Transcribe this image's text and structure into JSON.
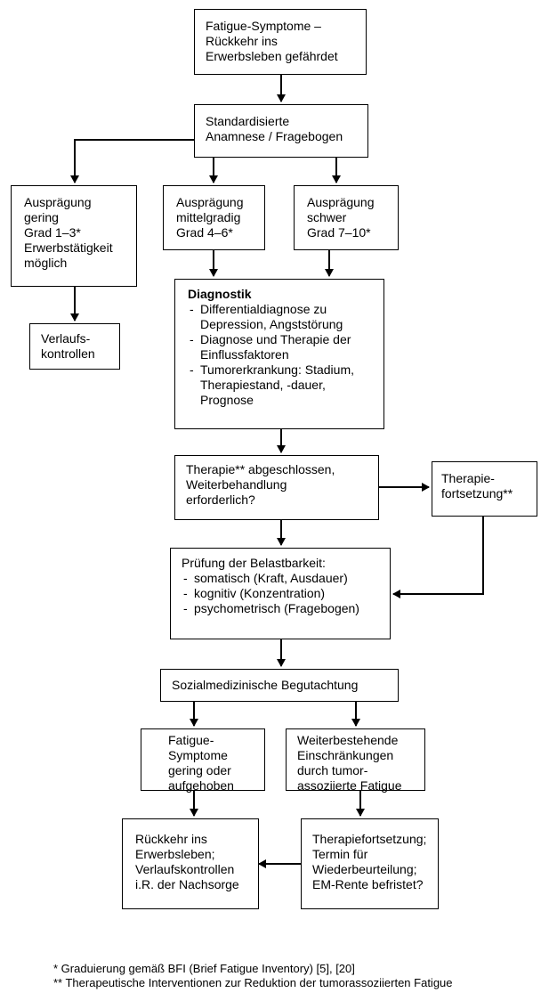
{
  "boxes": {
    "start": "Fatigue-Symptome –\nRückkehr ins\nErwerbsleben gefährdet",
    "anamnese": "Standardisierte\nAnamnese / Fragebogen",
    "gering": "Ausprägung\ngering\nGrad 1–3*\nErwerbstätigkeit\nmöglich",
    "mittel": "Ausprägung\nmittelgradig\nGrad 4–6*",
    "schwer": "Ausprägung\nschwer\nGrad 7–10*",
    "verlauf": "Verlaufs-\nkontrollen",
    "diagnostik": {
      "title": "Diagnostik",
      "items": [
        "Differentialdiagnose zu\nDepression, Angststörung",
        "Diagnose und Therapie der\nEinflussfaktoren",
        "Tumorerkrankung: Stadium,\nTherapiestand, -dauer,\nPrognose"
      ]
    },
    "therapie": "Therapie** abgeschlossen,\nWeiterbehandlung\nerforderlich?",
    "fortsetzung": "Therapie-\nfortsetzung**",
    "pruefung": {
      "title": "Prüfung der Belastbarkeit:",
      "items": [
        "somatisch (Kraft, Ausdauer)",
        "kognitiv (Konzentration)",
        "psychometrisch (Fragebogen)"
      ]
    },
    "sozial": "Sozialmedizinische Begutachtung",
    "fatigue_gering": "Fatigue-\nSymptome\ngering oder\naufgehoben",
    "weiter": "Weiterbestehende\nEinschränkungen\ndurch tumor-\nassoziierte Fatigue",
    "rueckkehr": "Rückkehr ins\nErwerbsleben;\nVerlaufskontrollen\ni.R. der Nachsorge",
    "therapiefortsetzung": "Therapiefortsetzung;\nTermin für\nWiederbeurteilung;\nEM-Rente befristet?"
  },
  "footnotes": {
    "one": "*  Graduierung gemäß BFI (Brief Fatigue Inventory) [5], [20]",
    "two": "** Therapeutische Interventionen zur Reduktion der tumorassoziierten Fatigue"
  },
  "colors": {
    "line": "#000000",
    "background": "#ffffff"
  }
}
